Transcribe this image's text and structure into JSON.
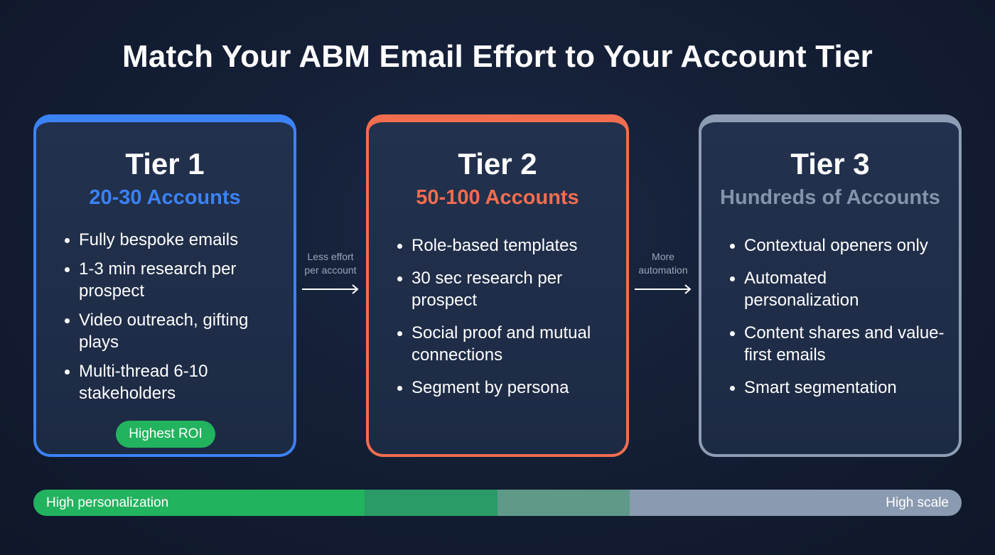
{
  "title": "Match Your ABM Email Effort to Your Account Tier",
  "tiers": [
    {
      "name": "Tier 1",
      "accounts": "20-30 Accounts",
      "color": "#3b82f6",
      "bullets": [
        "Fully bespoke emails",
        "1-3 min research per prospect",
        "Video outreach, gifting plays",
        "Multi-thread 6-10 stakeholders"
      ],
      "badge": "Highest ROI",
      "badge_color": "#22b35e"
    },
    {
      "name": "Tier 2",
      "accounts": "50-100 Accounts",
      "color": "#f26d4f",
      "bullets": [
        "Role-based templates",
        "30 sec research per prospect",
        "Social proof and mutual connections",
        "Segment by persona"
      ]
    },
    {
      "name": "Tier 3",
      "accounts": "Hundreds of Accounts",
      "color": "#8e9cb4",
      "bullets": [
        "Contextual openers only",
        "Automated personalization",
        "Content shares and value-first emails",
        "Smart segmentation"
      ]
    }
  ],
  "connectors": [
    {
      "line1": "Less effort",
      "line2": "per account",
      "icon": "arrow-right-icon"
    },
    {
      "line1": "More",
      "line2": "automation",
      "icon": "arrow-right-icon"
    }
  ],
  "scale": {
    "left_label": "High personalization",
    "right_label": "High scale",
    "segment_colors": [
      "#22b35e",
      "#2a9a67",
      "#5f9a88",
      "#8a9ab0"
    ]
  }
}
